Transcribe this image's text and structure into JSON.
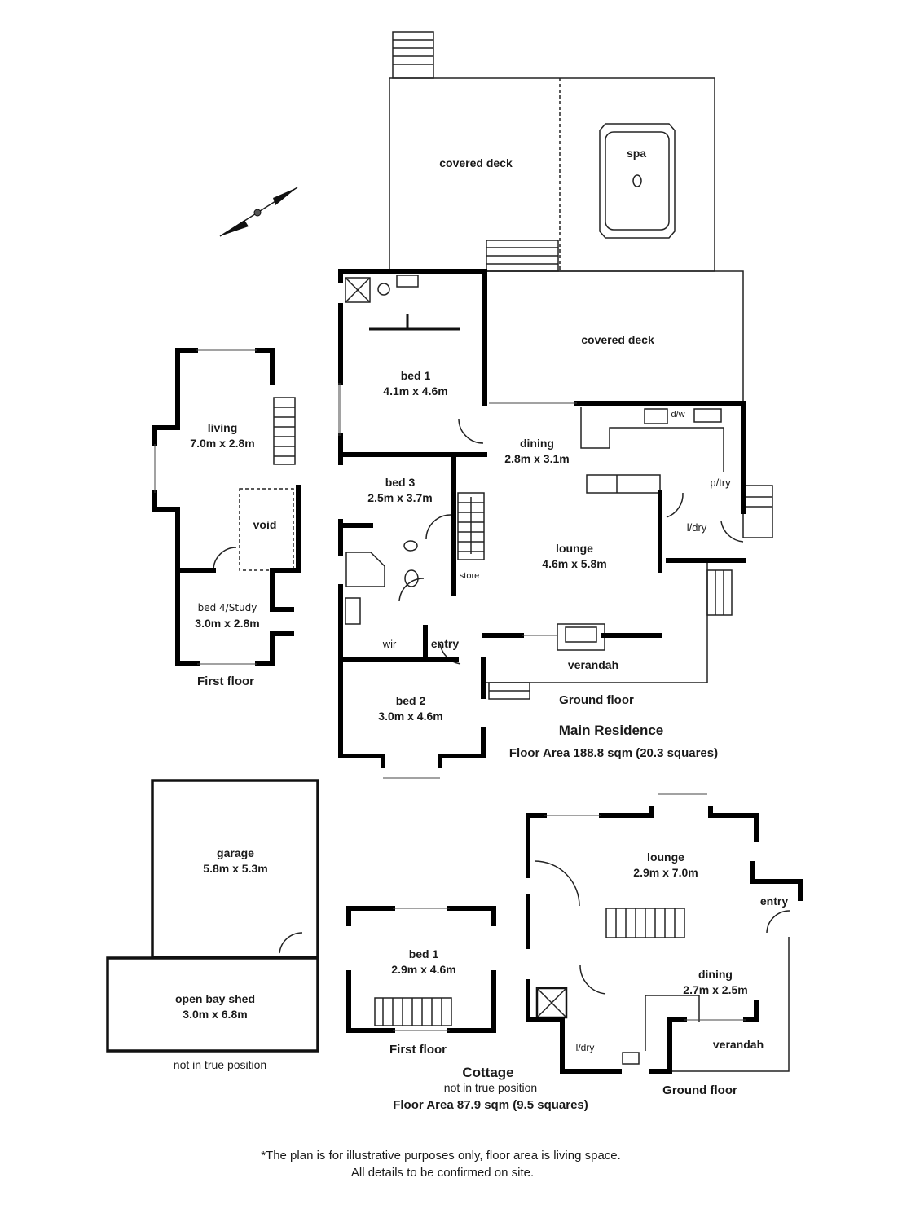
{
  "main_residence": {
    "title": "Main Residence",
    "floor_area": "Floor Area 188.8 sqm (20.3 squares)",
    "ground_floor": {
      "label": "Ground floor",
      "rooms": [
        {
          "name": "covered deck",
          "dims": ""
        },
        {
          "name": "spa",
          "dims": ""
        },
        {
          "name": "covered deck",
          "dims": ""
        },
        {
          "name": "bed 1",
          "dims": "4.1m x 4.6m"
        },
        {
          "name": "dining",
          "dims": "2.8m x 3.1m"
        },
        {
          "name": "bed 3",
          "dims": "2.5m x 3.7m"
        },
        {
          "name": "lounge",
          "dims": "4.6m x 5.8m"
        },
        {
          "name": "p/try",
          "dims": ""
        },
        {
          "name": "l/dry",
          "dims": ""
        },
        {
          "name": "store",
          "dims": ""
        },
        {
          "name": "wir",
          "dims": ""
        },
        {
          "name": "entry",
          "dims": ""
        },
        {
          "name": "verandah",
          "dims": ""
        },
        {
          "name": "bed 2",
          "dims": "3.0m x 4.6m"
        }
      ],
      "fixtures": {
        "dishwasher": "d/w"
      }
    },
    "first_floor": {
      "label": "First floor",
      "rooms": [
        {
          "name": "living",
          "dims": "7.0m x 2.8m"
        },
        {
          "name": "void",
          "dims": ""
        },
        {
          "name": "bed 4/Study",
          "dims": "3.0m x 2.8m"
        }
      ]
    }
  },
  "outbuildings": {
    "rooms": [
      {
        "name": "garage",
        "dims": "5.8m x 5.3m"
      },
      {
        "name": "open bay shed",
        "dims": "3.0m x 6.8m"
      }
    ],
    "note": "not in true position"
  },
  "cottage": {
    "title": "Cottage",
    "note": "not in true position",
    "floor_area": "Floor Area 87.9 sqm (9.5 squares)",
    "first_floor": {
      "label": "First floor",
      "rooms": [
        {
          "name": "bed 1",
          "dims": "2.9m x 4.6m"
        }
      ]
    },
    "ground_floor": {
      "label": "Ground floor",
      "rooms": [
        {
          "name": "lounge",
          "dims": "2.9m x 7.0m"
        },
        {
          "name": "entry",
          "dims": ""
        },
        {
          "name": "dining",
          "dims": "2.7m x 2.5m"
        },
        {
          "name": "l/dry",
          "dims": ""
        },
        {
          "name": "verandah",
          "dims": ""
        }
      ]
    }
  },
  "disclaimer": {
    "line1": "*The plan is for illustrative purposes only, floor area is living space.",
    "line2": "All details to be confirmed on site."
  },
  "compass": {
    "icon": "north-arrow-icon"
  },
  "colors": {
    "wall": "#000000",
    "line": "#333333",
    "background": "#ffffff"
  }
}
